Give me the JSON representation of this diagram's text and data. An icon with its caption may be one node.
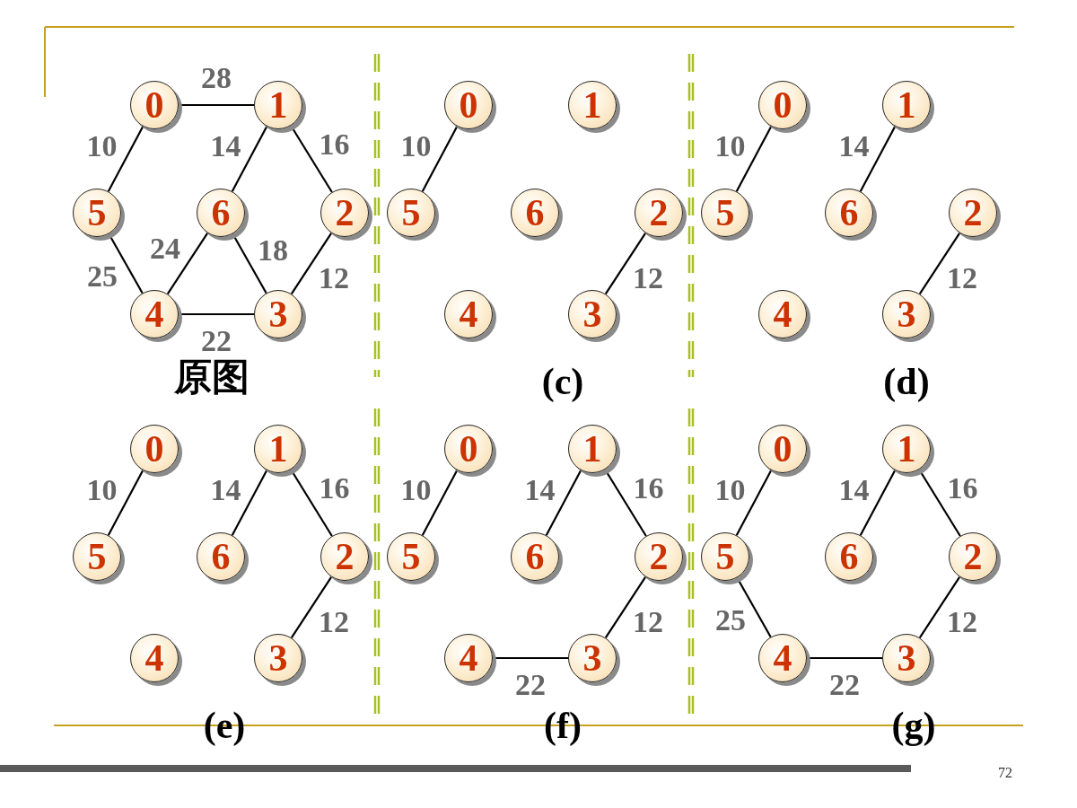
{
  "diagram": {
    "nodes": [
      {
        "text": [
          "0"
        ]
      },
      {
        "text": [
          "1"
        ]
      },
      {
        "text": [
          "5"
        ]
      },
      {
        "text": [
          "6"
        ]
      },
      {
        "text": [
          "2"
        ]
      },
      {
        "text": [
          "4"
        ]
      },
      {
        "text": [
          "3"
        ]
      },
      {
        "text": [
          "0"
        ]
      },
      {
        "text": [
          "1"
        ]
      },
      {
        "text": [
          "5"
        ]
      },
      {
        "text": [
          "6"
        ]
      },
      {
        "text": [
          "2"
        ]
      },
      {
        "text": [
          "4"
        ]
      },
      {
        "text": [
          "3"
        ]
      },
      {
        "text": [
          "0"
        ]
      },
      {
        "text": [
          "1"
        ]
      },
      {
        "text": [
          "5"
        ]
      },
      {
        "text": [
          "6"
        ]
      },
      {
        "text": [
          "2"
        ]
      },
      {
        "text": [
          "4"
        ]
      },
      {
        "text": [
          "3"
        ]
      },
      {
        "text": [
          "0"
        ]
      },
      {
        "text": [
          "1"
        ]
      },
      {
        "text": [
          "5"
        ]
      },
      {
        "text": [
          "6"
        ]
      },
      {
        "text": [
          "2"
        ]
      },
      {
        "text": [
          "4"
        ]
      },
      {
        "text": [
          "3"
        ]
      },
      {
        "text": [
          "0"
        ]
      },
      {
        "text": [
          "1"
        ]
      },
      {
        "text": [
          "5"
        ]
      },
      {
        "text": [
          "6"
        ]
      },
      {
        "text": [
          "2"
        ]
      },
      {
        "text": [
          "4"
        ]
      },
      {
        "text": [
          "3"
        ]
      },
      {
        "text": [
          "0"
        ]
      },
      {
        "text": [
          "1"
        ]
      },
      {
        "text": [
          "5"
        ]
      },
      {
        "text": [
          "6"
        ]
      },
      {
        "text": [
          "2"
        ]
      },
      {
        "text": [
          "4"
        ]
      },
      {
        "text": [
          "3"
        ]
      }
    ],
    "edges": [
      {
        "from": 0,
        "to": 1,
        "arrow": "none",
        "label": "28"
      },
      {
        "from": 0,
        "to": 2,
        "arrow": "none",
        "label": "10"
      },
      {
        "from": 1,
        "to": 3,
        "arrow": "none",
        "label": "14"
      },
      {
        "from": 1,
        "to": 4,
        "arrow": "none",
        "label": "16"
      },
      {
        "from": 2,
        "to": 5,
        "arrow": "none",
        "label": "25"
      },
      {
        "from": 3,
        "to": 5,
        "arrow": "none",
        "label": "24"
      },
      {
        "from": 3,
        "to": 6,
        "arrow": "none",
        "label": "18"
      },
      {
        "from": 4,
        "to": 6,
        "arrow": "none",
        "label": "12"
      },
      {
        "from": 5,
        "to": 6,
        "arrow": "none",
        "label": "22"
      },
      {
        "from": 7,
        "to": 9,
        "arrow": "none",
        "label": "10"
      },
      {
        "from": 11,
        "to": 13,
        "arrow": "none",
        "label": "12"
      },
      {
        "from": 14,
        "to": 16,
        "arrow": "none",
        "label": "10"
      },
      {
        "from": 15,
        "to": 17,
        "arrow": "none",
        "label": "14"
      },
      {
        "from": 18,
        "to": 20,
        "arrow": "none",
        "label": "12"
      },
      {
        "from": 21,
        "to": 23,
        "arrow": "none",
        "label": "10"
      },
      {
        "from": 22,
        "to": 24,
        "arrow": "none",
        "label": "14"
      },
      {
        "from": 22,
        "to": 25,
        "arrow": "none",
        "label": "16"
      },
      {
        "from": 25,
        "to": 27,
        "arrow": "none",
        "label": "12"
      },
      {
        "from": 28,
        "to": 30,
        "arrow": "none",
        "label": "10"
      },
      {
        "from": 29,
        "to": 31,
        "arrow": "none",
        "label": "14"
      },
      {
        "from": 29,
        "to": 32,
        "arrow": "none",
        "label": "16"
      },
      {
        "from": 32,
        "to": 34,
        "arrow": "none",
        "label": "12"
      },
      {
        "from": 33,
        "to": 34,
        "arrow": "none",
        "label": "22"
      },
      {
        "from": 35,
        "to": 37,
        "arrow": "none",
        "label": "10"
      },
      {
        "from": 36,
        "to": 38,
        "arrow": "none",
        "label": "14"
      },
      {
        "from": 36,
        "to": 39,
        "arrow": "none",
        "label": "16"
      },
      {
        "from": 37,
        "to": 40,
        "arrow": "none",
        "label": "25"
      },
      {
        "from": 39,
        "to": 41,
        "arrow": "none",
        "label": "12"
      },
      {
        "from": 40,
        "to": 41,
        "arrow": "none",
        "label": "22"
      }
    ],
    "labels": [
      "原图",
      "(c)",
      "(d)",
      "(e)",
      "(f)",
      "(g)",
      "72"
    ]
  }
}
